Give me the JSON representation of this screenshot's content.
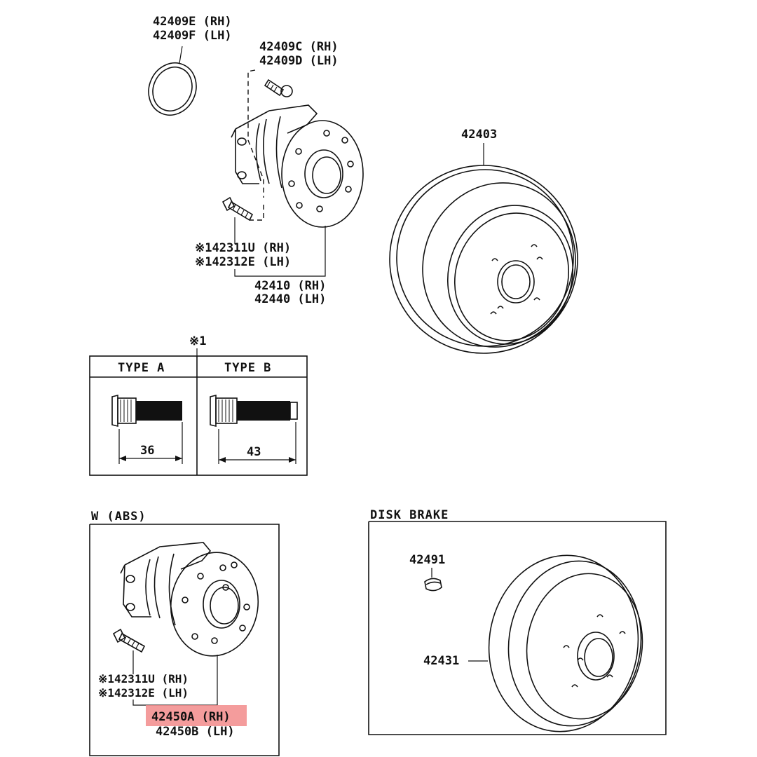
{
  "top_hub": {
    "oring_labels": [
      "42409E (RH)",
      "42409F (LH)"
    ],
    "plug_labels": [
      "42409C (RH)",
      "42409D (LH)"
    ],
    "bolt_labels": [
      "※142311U (RH)",
      "※142312E (LH)"
    ],
    "hub_labels": [
      "42410 (RH)",
      "42440 (LH)"
    ]
  },
  "drum": {
    "label": "42403"
  },
  "stud_table": {
    "ref_mark": "※1",
    "type_a": {
      "header": "TYPE A",
      "dimension": "36"
    },
    "type_b": {
      "header": "TYPE B",
      "dimension": "43"
    }
  },
  "abs_section": {
    "title": "W (ABS)",
    "bolt_labels": [
      "※142311U (RH)",
      "※142312E (LH)"
    ],
    "hub_label_highlighted": "42450A (RH)",
    "hub_label_lh": "42450B (LH)"
  },
  "disk_section": {
    "title": "DISK BRAKE",
    "clip_label": "42491",
    "rotor_label": "42431"
  },
  "colors": {
    "highlight": "#f28b8b",
    "ink": "#111111"
  }
}
